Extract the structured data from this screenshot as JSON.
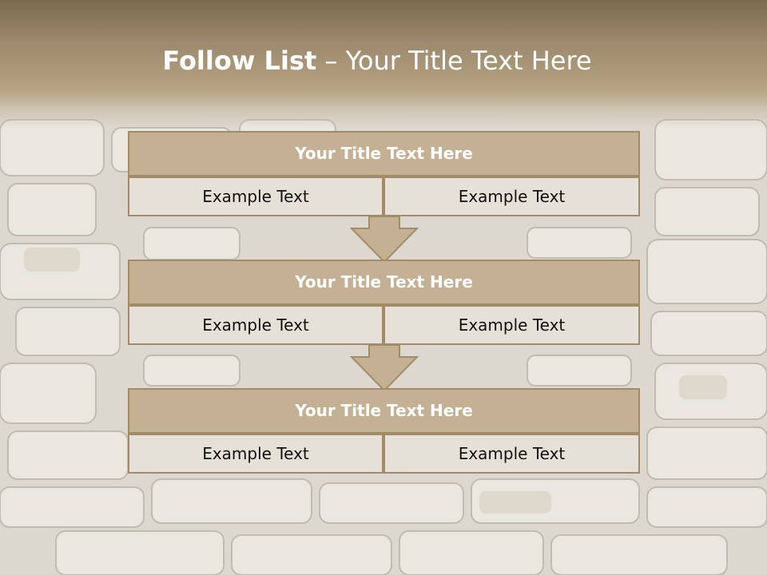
{
  "slide": {
    "title_bold": "Follow List",
    "title_rest": "– Your Title Text Here"
  },
  "steps": [
    {
      "title": "Your Title Text Here",
      "left": "Example Text",
      "right": "Example Text"
    },
    {
      "title": "Your Title Text Here",
      "left": "Example Text",
      "right": "Example Text"
    },
    {
      "title": "Your Title Text Here",
      "left": "Example Text",
      "right": "Example Text"
    }
  ],
  "colors": {
    "header": "#8a7659",
    "box_title": "#c4b092",
    "box_cell": "#e6e1d8",
    "border": "#a18b69"
  }
}
